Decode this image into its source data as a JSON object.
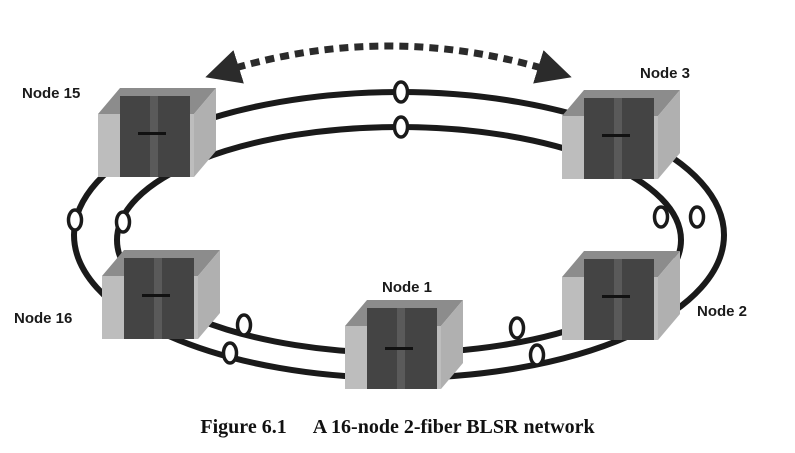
{
  "diagram": {
    "nodes": [
      {
        "id": "node-15",
        "label": "Node 15"
      },
      {
        "id": "node-3",
        "label": "Node 3"
      },
      {
        "id": "node-16",
        "label": "Node 16"
      },
      {
        "id": "node-2",
        "label": "Node 2"
      },
      {
        "id": "node-1",
        "label": "Node 1"
      }
    ],
    "colors": {
      "fiber": "#1a1a1a",
      "node_light": "#b9b9b9",
      "node_mid": "#8c8c8c",
      "node_dark": "#424242",
      "node_darkest": "#2a2a2a",
      "arrow": "#2b2b2b"
    },
    "fiber_count": 2,
    "direction_indicator": "bidirectional-dashed-arrow"
  },
  "caption": {
    "number": "Figure 6.1",
    "text": "A 16-node 2-fiber BLSR network"
  }
}
